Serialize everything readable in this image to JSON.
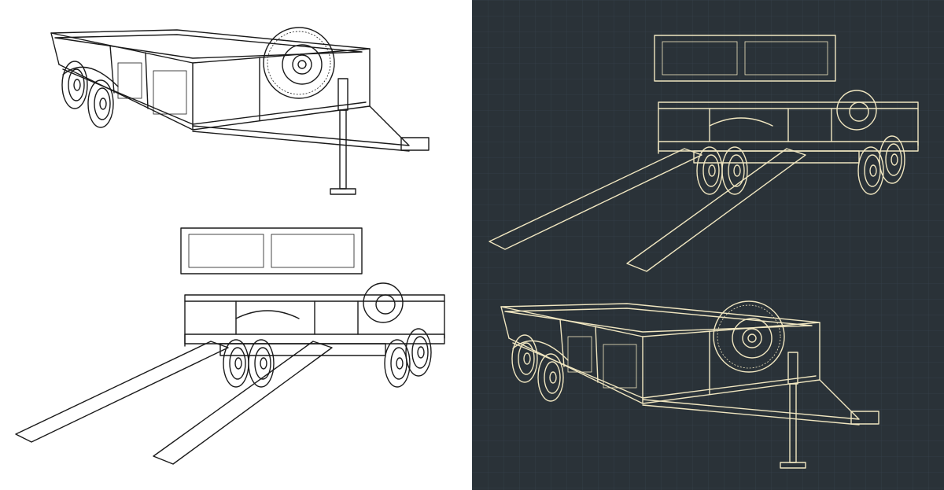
{
  "colors": {
    "light_panel_background": "#ffffff",
    "light_panel_lines": "#1a1a1a",
    "dark_panel_background": "#2a3238",
    "dark_panel_grid": "#35404a",
    "dark_panel_lines": "#f0e6c0"
  },
  "views": [
    {
      "panel": "light",
      "view": "trailer-perspective-with-spare-wheel"
    },
    {
      "panel": "light",
      "view": "trailer-rear-with-ramps-and-side-panel"
    },
    {
      "panel": "dark",
      "view": "trailer-rear-with-ramps-and-side-panel"
    },
    {
      "panel": "dark",
      "view": "trailer-perspective-with-spare-wheel"
    }
  ]
}
